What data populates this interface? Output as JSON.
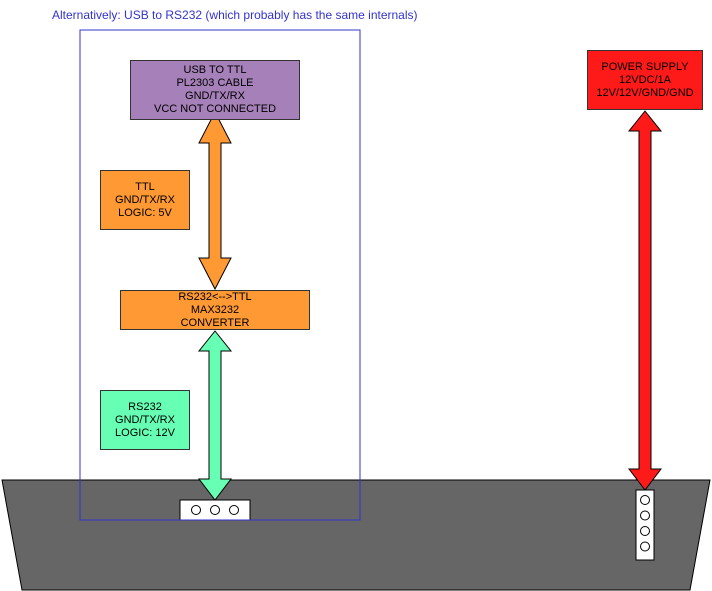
{
  "note": "Alternatively: USB to RS232 (which probably has the same internals)",
  "colors": {
    "purple": "#a680b8",
    "orange": "#ff9933",
    "mint": "#66ffb3",
    "red": "#ff1a1a",
    "device_gray": "#666666",
    "frame_blue": "#3333cc"
  },
  "boxes": {
    "usb_ttl": {
      "lines": [
        "USB TO TTL",
        "PL2303 CABLE",
        "GND/TX/RX",
        "VCC NOT CONNECTED"
      ]
    },
    "ttl_label": {
      "lines": [
        "TTL",
        "GND/TX/RX",
        "LOGIC: 5V"
      ]
    },
    "converter": {
      "lines": [
        "RS232<-->TTL",
        "MAX3232",
        "CONVERTER"
      ]
    },
    "rs232_label": {
      "lines": [
        "RS232",
        "GND/TX/RX",
        "LOGIC: 12V"
      ]
    },
    "power_supply": {
      "lines": [
        "POWER SUPPLY",
        "12VDC/1A",
        "12V/12V/GND/GND"
      ]
    }
  },
  "connectors": {
    "serial_pins": 3,
    "power_pins": 4
  }
}
